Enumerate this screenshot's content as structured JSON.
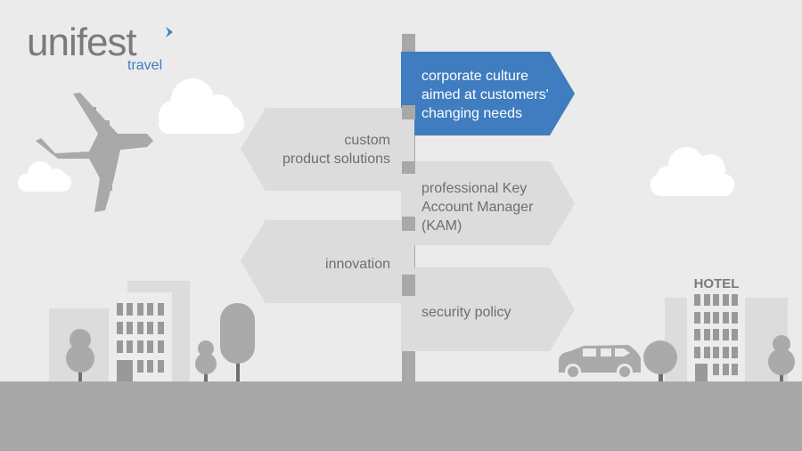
{
  "logo": {
    "name": "unifest",
    "sub": "travel",
    "accent": "#3f7dc0"
  },
  "signs": [
    {
      "lines": [
        "corporate culture",
        "aimed at customers'",
        "changing needs"
      ],
      "highlighted": true
    },
    {
      "lines": [
        "custom",
        "product solutions"
      ]
    },
    {
      "lines": [
        "professional Key",
        "Account Manager",
        "(KAM)"
      ]
    },
    {
      "lines": [
        "innovation"
      ]
    },
    {
      "lines": [
        "security policy"
      ]
    }
  ],
  "hotel": {
    "label": "HOTEL"
  },
  "colors": {
    "background": "#ebebeb",
    "sign": "#dcdcdc",
    "highlight": "#3f7dc0",
    "ground": "#a8a8a8",
    "icon": "#a9a9a9"
  }
}
